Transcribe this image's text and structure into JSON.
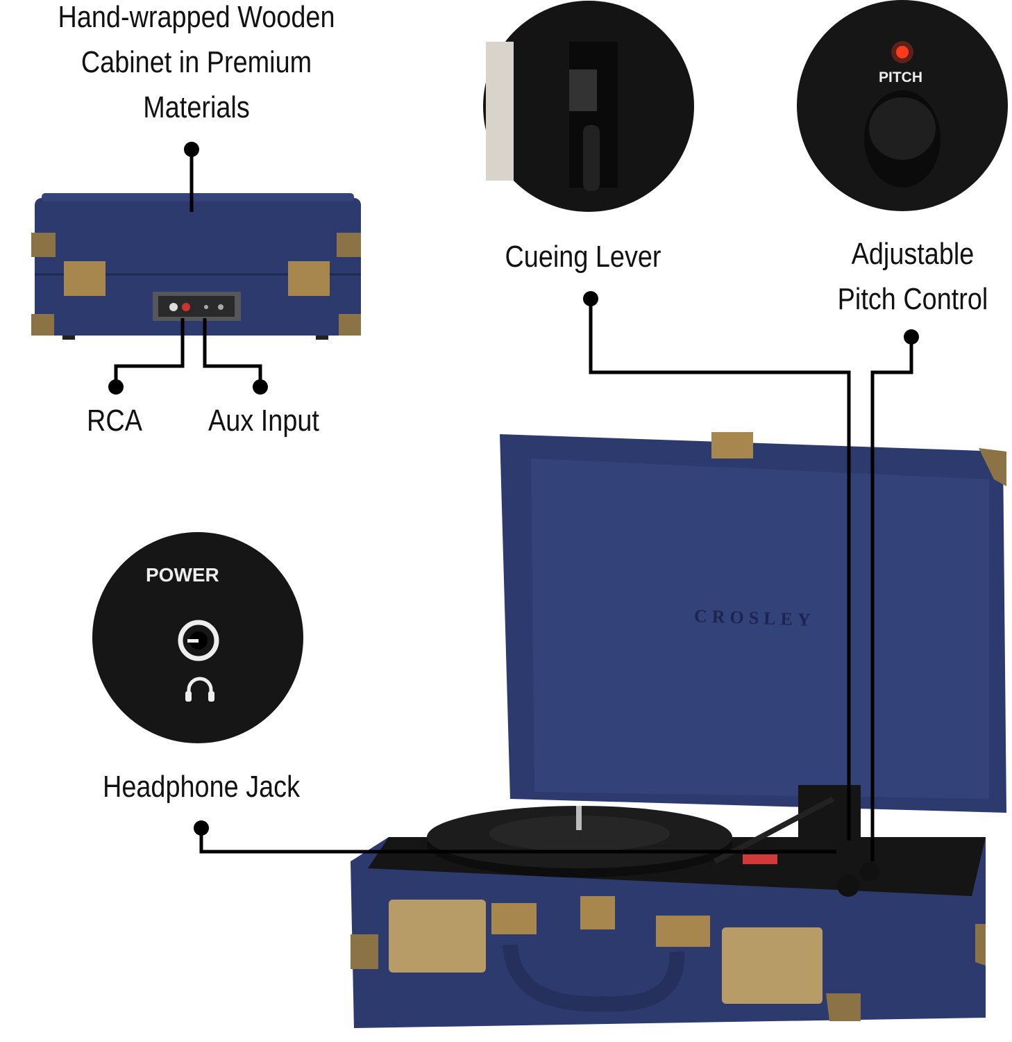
{
  "callouts": {
    "cabinet": [
      "Hand-wrapped Wooden",
      "Cabinet in Premium",
      "Materials"
    ],
    "rca": "RCA",
    "aux": "Aux Input",
    "cueing": "Cueing Lever",
    "pitch": [
      "Adjustable",
      "Pitch Control"
    ],
    "headphone": "Headphone Jack"
  },
  "detail_labels": {
    "power": "POWER",
    "pitch": "PITCH"
  },
  "brand": "CROSLEY",
  "colors": {
    "case": "#2d3a6e",
    "brass": "#a8874e",
    "line": "#000000",
    "led": "#ff3b1f"
  }
}
